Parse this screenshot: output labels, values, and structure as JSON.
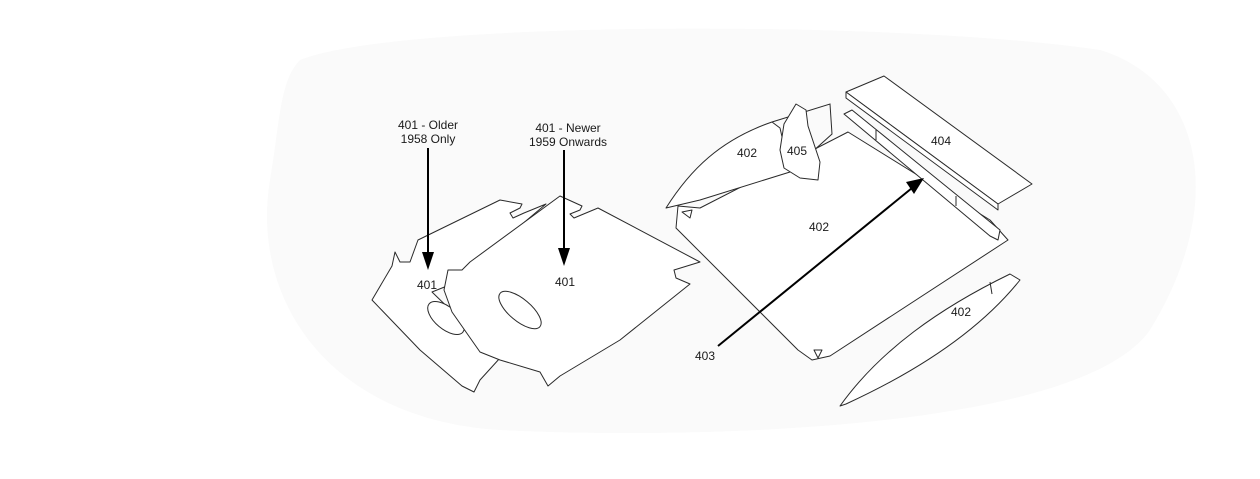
{
  "labels": {
    "older_caption_1": "401 - Older",
    "older_caption_2": "1958 Only",
    "newer_caption_1": "401 - Newer",
    "newer_caption_2": "1959 Onwards",
    "older_part": "401",
    "newer_part": "401",
    "rear_left_panel": "402",
    "rear_main_panel": "402",
    "rear_lower_panel": "402",
    "bar_part": "403",
    "top_panel": "404",
    "small_piece": "405"
  }
}
